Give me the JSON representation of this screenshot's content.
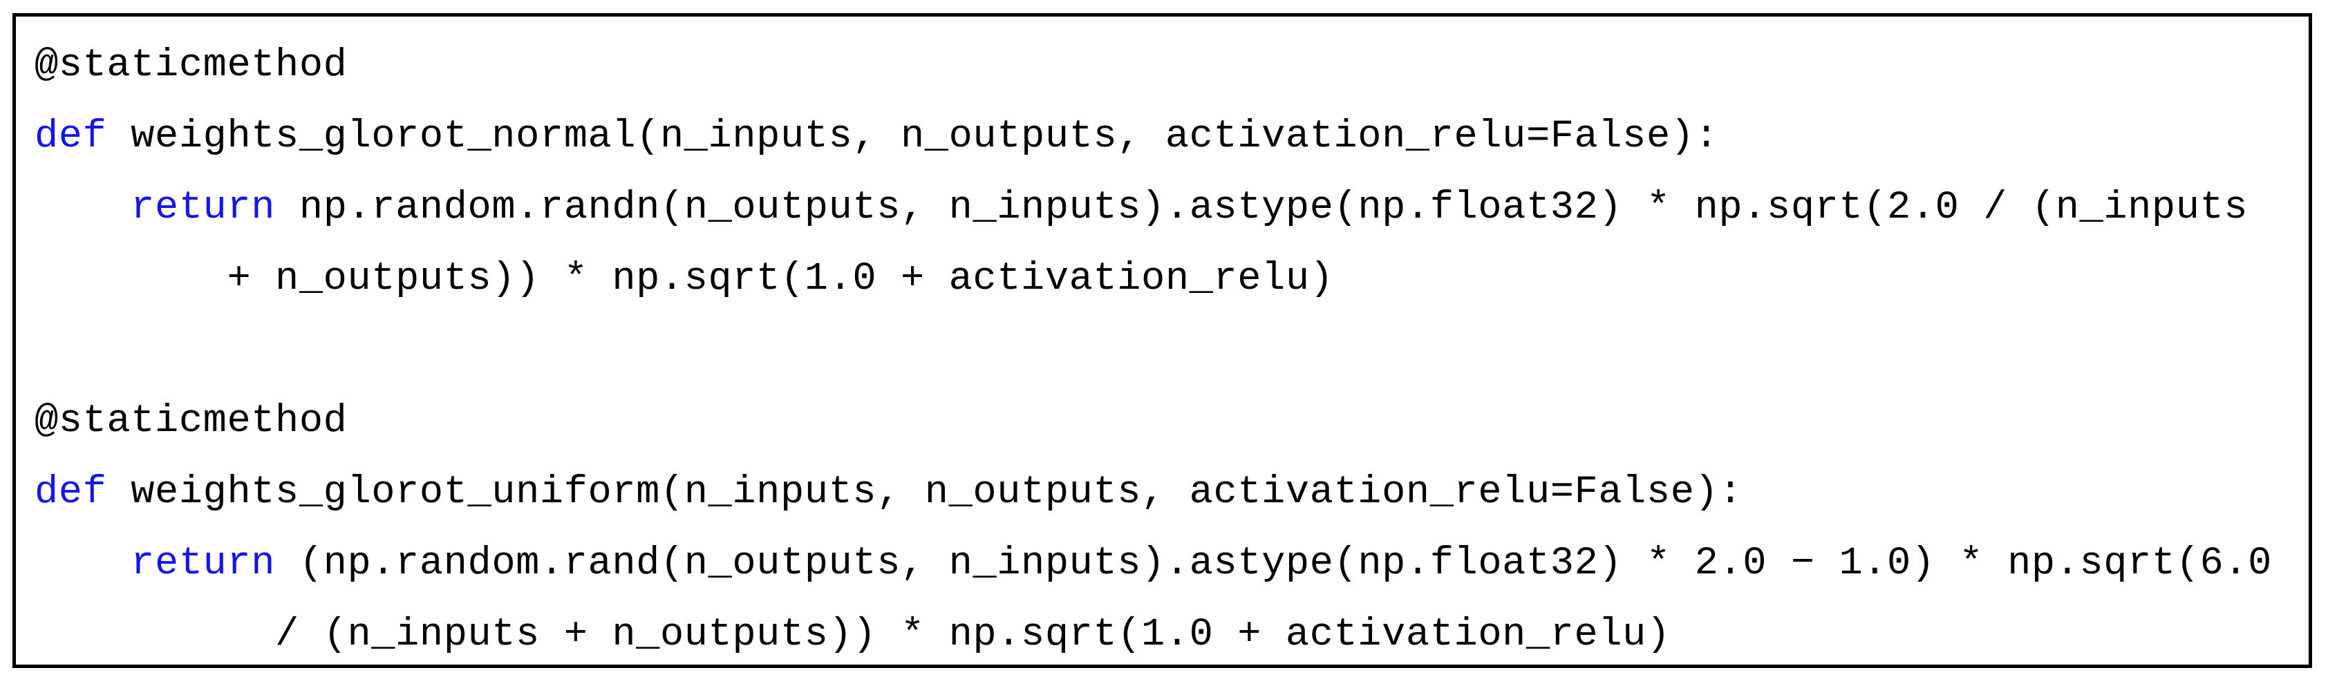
{
  "page": {
    "background": "#ffffff"
  },
  "code_box": {
    "language": "python",
    "border_color": "#000000",
    "background": "#ffffff",
    "keyword_color": "#1414ee",
    "text_color": "#000000",
    "keywords_highlighted": [
      "def",
      "return"
    ],
    "lines": [
      {
        "segments": [
          {
            "type": "plain",
            "text": "@staticmethod"
          }
        ]
      },
      {
        "segments": [
          {
            "type": "keyword",
            "text": "def"
          },
          {
            "type": "plain",
            "text": " weights_glorot_normal(n_inputs, n_outputs, activation_relu=False):"
          }
        ]
      },
      {
        "segments": [
          {
            "type": "plain",
            "text": "    "
          },
          {
            "type": "keyword",
            "text": "return"
          },
          {
            "type": "plain",
            "text": " np.random.randn(n_outputs, n_inputs).astype(np.float32) * np.sqrt(2.0 / (n_inputs"
          }
        ]
      },
      {
        "segments": [
          {
            "type": "plain",
            "text": "        + n_outputs)) * np.sqrt(1.0 + activation_relu)"
          }
        ]
      },
      {
        "segments": []
      },
      {
        "segments": [
          {
            "type": "plain",
            "text": "@staticmethod"
          }
        ]
      },
      {
        "segments": [
          {
            "type": "keyword",
            "text": "def"
          },
          {
            "type": "plain",
            "text": " weights_glorot_uniform(n_inputs, n_outputs, activation_relu=False):"
          }
        ]
      },
      {
        "segments": [
          {
            "type": "plain",
            "text": "    "
          },
          {
            "type": "keyword",
            "text": "return"
          },
          {
            "type": "plain",
            "text": " (np.random.rand(n_outputs, n_inputs).astype(np.float32) * 2.0 − 1.0) * np.sqrt(6.0"
          }
        ]
      },
      {
        "segments": [
          {
            "type": "plain",
            "text": "          / (n_inputs + n_outputs)) * np.sqrt(1.0 + activation_relu)"
          }
        ]
      }
    ]
  }
}
